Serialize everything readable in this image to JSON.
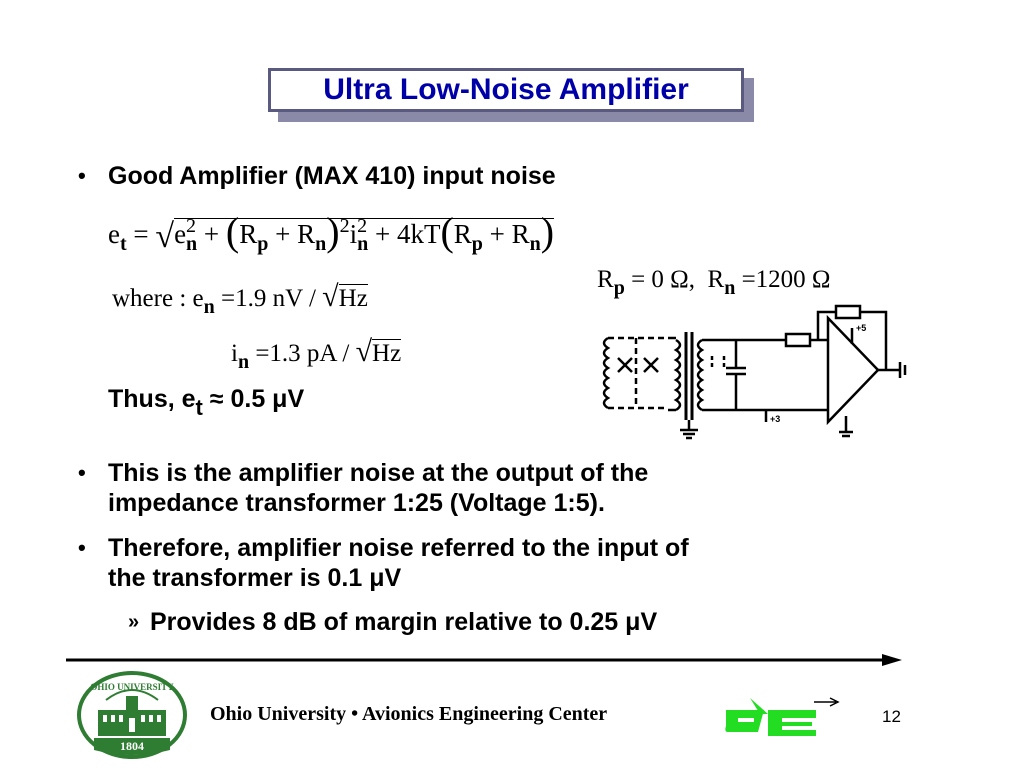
{
  "slide": {
    "title": "Ultra Low-Noise Amplifier",
    "bullet1": "Good Amplifier (MAX 410) input noise",
    "eq_main": {
      "e": "e",
      "t": "t",
      "eq": "=",
      "en_e": "e",
      "two": "2",
      "n": "n",
      "plus": "+",
      "R": "R",
      "p": "p",
      "i": "i",
      "fourkT": "4kT"
    },
    "where_label": "where :",
    "en_value": "=1.9 nV /",
    "in_value": "=1.3 pA /",
    "hz": "Hz",
    "rp_value": "= 0 Ω,",
    "rn_value": "=1200 Ω",
    "thus_label": "Thus, e",
    "thus_sub": "t",
    "thus_value": "≈ 0.5 μV",
    "bullet2_line1": "This is the amplifier noise at the output of the",
    "bullet2_line2": "impedance transformer 1:25 (Voltage 1:5).",
    "bullet3_line1": "Therefore, amplifier noise referred to the input of",
    "bullet3_line2": "the transformer is 0.1 μV",
    "sub_bullet": "Provides 8 dB of margin relative to 0.25 μV",
    "bullet_glyph": "•",
    "sub_glyph": "»"
  },
  "circuit": {
    "label_plus5": "+5",
    "label_plus3": "+3"
  },
  "footer": {
    "text": "Ohio University • Avionics Engineering Center",
    "page_number": "12",
    "seal_top": "OHIO UNIVERSITY",
    "seal_year": "1804"
  },
  "colors": {
    "title": "#0000a8",
    "seal_green": "#2e7d32",
    "aec_green": "#22dd22"
  }
}
